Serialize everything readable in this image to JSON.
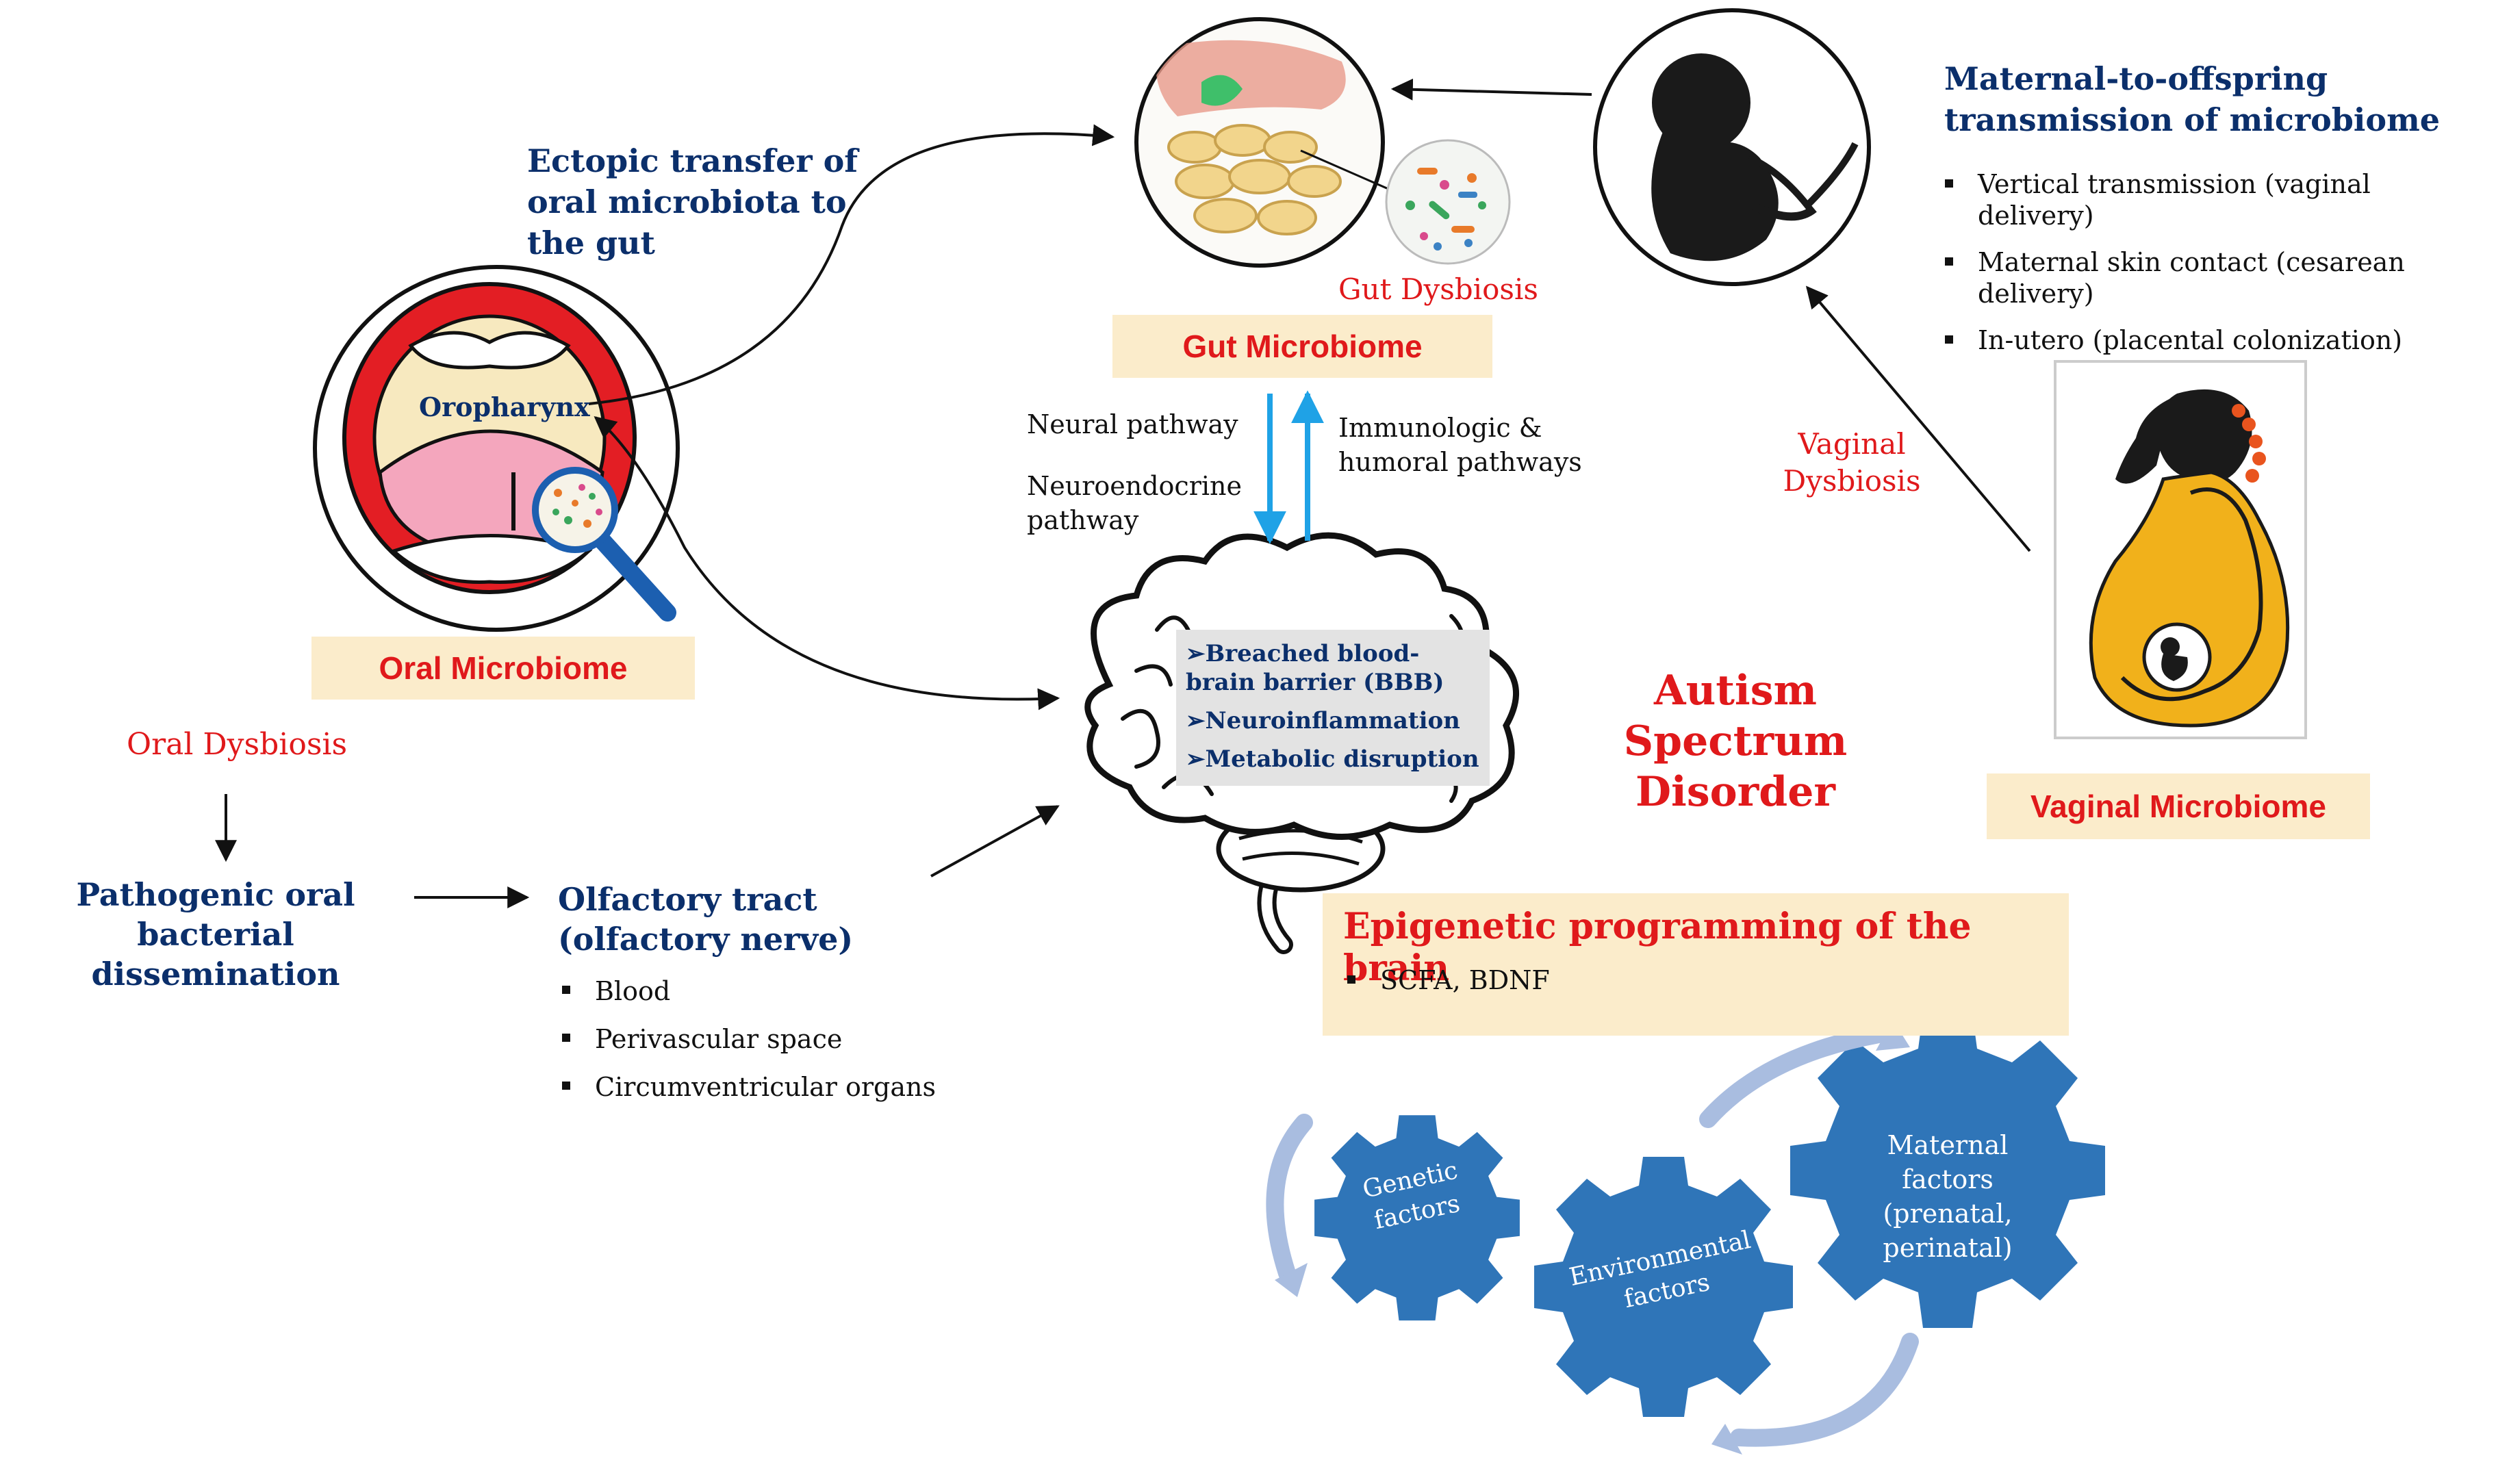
{
  "colors": {
    "navy": "#0b2f6b",
    "red": "#e0191b",
    "label_fill": "#fbeccb",
    "gear_blue": "#2f75b8",
    "cycle_arrow": "#a9bde0",
    "pathway_arrow": "#1fa2e6",
    "fetus": "#1a1a1a",
    "mother_body": "#f1b11b"
  },
  "oral": {
    "title": "Oral Microbiome",
    "oropharynx": "Oropharynx",
    "dysbiosis": "Oral Dysbiosis",
    "ectopic": "Ectopic transfer of oral microbiota to the gut",
    "pathogenic": "Pathogenic oral bacterial dissemination",
    "olfactory_title": "Olfactory tract (olfactory nerve)",
    "olfactory_items": [
      "Blood",
      "Perivascular space",
      "Circumventricular organs"
    ]
  },
  "gut": {
    "title": "Gut Microbiome",
    "dysbiosis": "Gut Dysbiosis",
    "neural": "Neural pathway",
    "neuroendocrine": "Neuroendocrine pathway",
    "immunologic": "Immunologic & humoral pathways"
  },
  "brain": {
    "items": [
      "➢Breached blood-brain barrier (BBB)",
      "➢Neuroinflammation",
      "➢Metabolic disruption"
    ]
  },
  "asd": {
    "title": "Autism Spectrum Disorder"
  },
  "maternal": {
    "title": "Maternal-to-offspring transmission of microbiome",
    "items": [
      "Vertical transmission (vaginal delivery)",
      "Maternal skin contact (cesarean delivery)",
      "In-utero (placental colonization)"
    ]
  },
  "vaginal": {
    "title": "Vaginal Microbiome",
    "dysbiosis": "Vaginal Dysbiosis"
  },
  "epigenetic": {
    "title": "Epigenetic programming of the brain",
    "items": [
      "SCFA, BDNF"
    ]
  },
  "gears": {
    "genetic": "Genetic factors",
    "environmental": "Environmental factors",
    "maternal": "Maternal factors (prenatal, perinatal)"
  },
  "icons": [
    "mouth-icon",
    "magnifier-icon",
    "gut-icon",
    "bacteria-icon",
    "fetus-icon",
    "pregnant-woman-icon",
    "brain-icon",
    "gear-icon",
    "cycle-arrow-icon"
  ]
}
